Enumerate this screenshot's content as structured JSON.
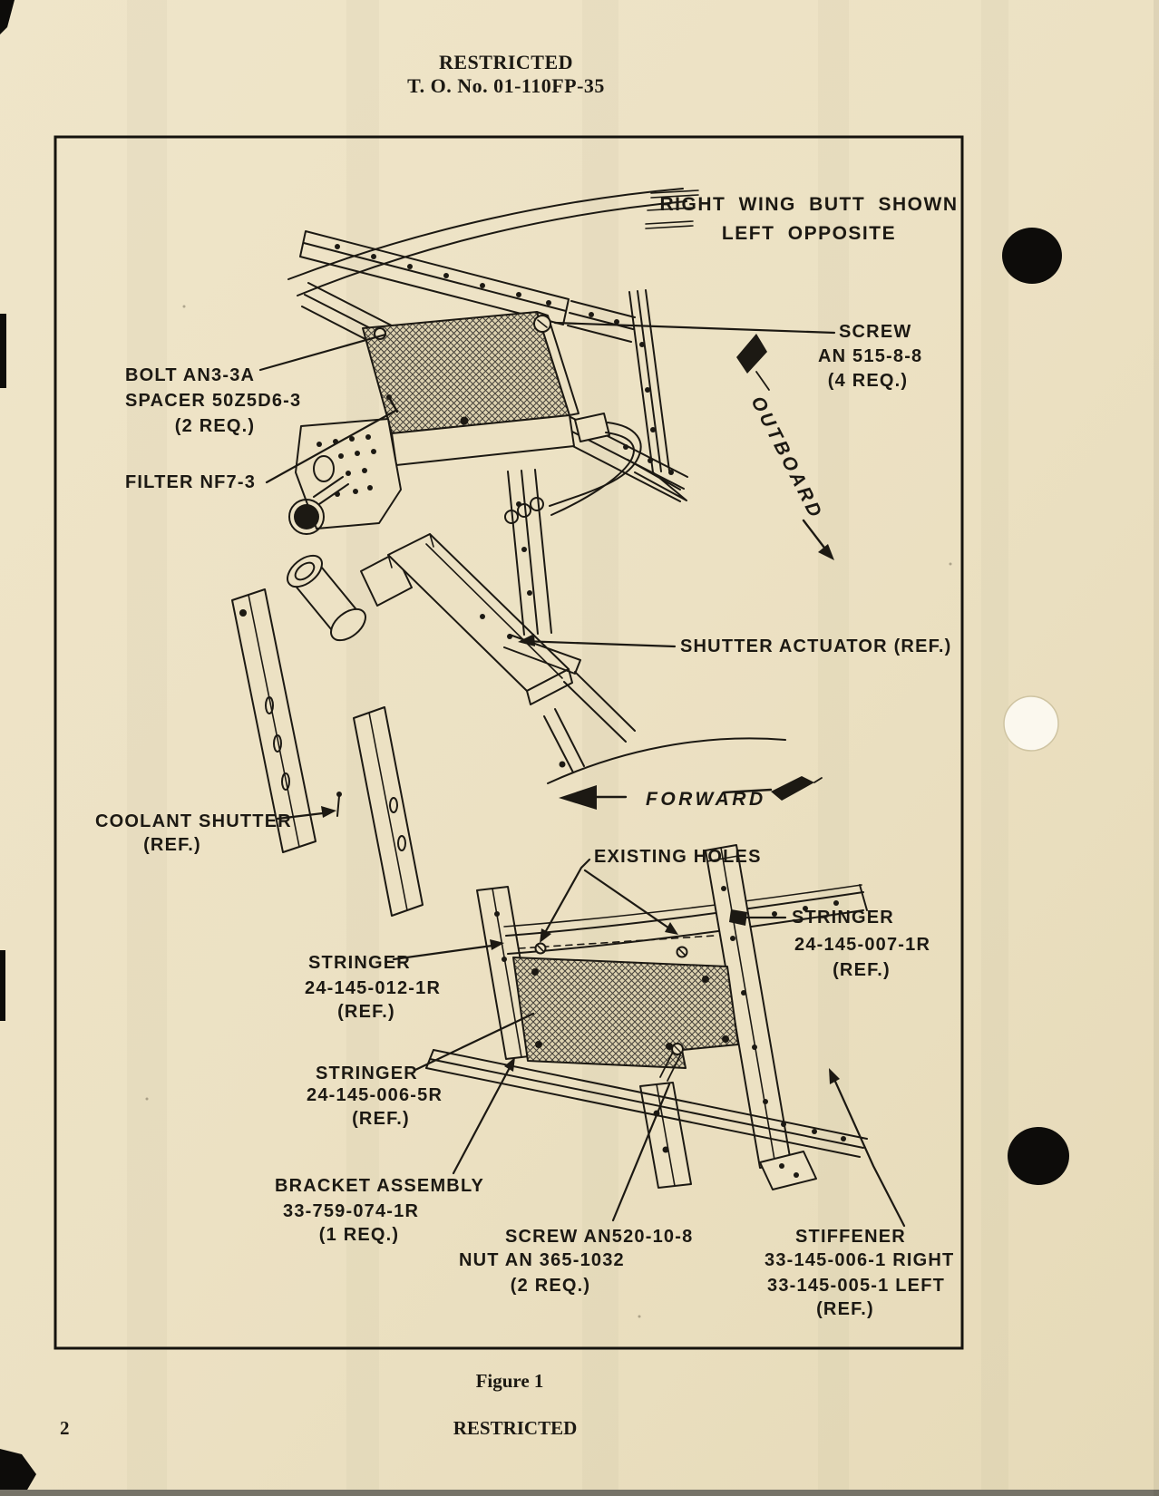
{
  "colors": {
    "paper": "#ece1c3",
    "ink": "#1c1913",
    "hatch_fill": "#ddd2b0"
  },
  "header": {
    "classification": "RESTRICTED",
    "to_number": "T. O. No. 01-110FP-35"
  },
  "figure": {
    "orientation_note": {
      "line1": "RIGHT WING BUTT SHOWN",
      "line2": "LEFT OPPOSITE"
    },
    "directions": {
      "outboard": "OUTBOARD",
      "forward": "FORWARD"
    },
    "callouts": {
      "screw_an515": {
        "line1": "SCREW",
        "line2": "AN 515-8-8",
        "line3": "(4 REQ.)"
      },
      "bolt_spacer": {
        "line1": "BOLT AN3-3A",
        "line2": "SPACER 50Z5D6-3",
        "line3": "(2 REQ.)"
      },
      "filter": {
        "line1": "FILTER NF7-3"
      },
      "shutter_actuator": {
        "line1": "SHUTTER ACTUATOR (REF.)"
      },
      "coolant_shutter": {
        "line1": "COOLANT SHUTTER",
        "line2": "(REF.)"
      },
      "existing_holes": {
        "line1": "EXISTING HOLES"
      },
      "stringer_right": {
        "line1": "STRINGER",
        "line2": "24-145-007-1R",
        "line3": "(REF.)"
      },
      "stringer_left_upper": {
        "line1": "STRINGER",
        "line2": "24-145-012-1R",
        "line3": "(REF.)"
      },
      "stringer_left_lower": {
        "line1": "STRINGER",
        "line2": "24-145-006-5R",
        "line3": "(REF.)"
      },
      "bracket_assembly": {
        "line1": "BRACKET ASSEMBLY",
        "line2": "33-759-074-1R",
        "line3": "(1 REQ.)"
      },
      "screw_nut": {
        "line1": "SCREW AN520-10-8",
        "line2": "NUT AN 365-1032",
        "line3": "(2 REQ.)"
      },
      "stiffener": {
        "line1": "STIFFENER",
        "line2": "33-145-006-1 RIGHT",
        "line3": "33-145-005-1 LEFT",
        "line4": "(REF.)"
      }
    }
  },
  "footer": {
    "figure_caption": "Figure 1",
    "page_number": "2",
    "classification": "RESTRICTED"
  }
}
